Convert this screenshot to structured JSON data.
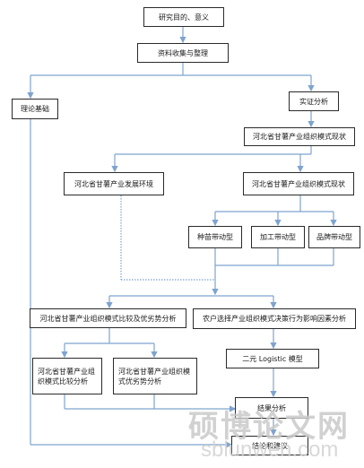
{
  "nodes": {
    "purpose": "研究目的、意义",
    "collect": "资料收集与整理",
    "theory": "理论基础",
    "empirical": "实证分析",
    "status_top": "河北省甘薯产业组织模式现状",
    "environment": "河北省甘薯产业发展环境",
    "status_mid": "河北省甘薯产业组织模式现状",
    "seed": "种苗带动型",
    "process": "加工带动型",
    "brand": "品牌带动型",
    "compare_sw": "河北省甘薯产业组织模式比较及优劣势分析",
    "farmer": "农户选择产业组织模式决策行为影响因素分析",
    "compare": "河北省甘薯产业组织模式比较分析",
    "advantage": "河北省甘薯产业组织模式优劣势分析",
    "logistic": "二元 Logistic 模型",
    "result": "结果分析",
    "conclusion": "结论和建议"
  },
  "watermark": {
    "cn": "硕博论文网",
    "url": "sblunwen.com"
  },
  "colors": {
    "border": "#2a2a2a",
    "connector": "#7ea3cf",
    "watermark": "#c9c9c9"
  }
}
